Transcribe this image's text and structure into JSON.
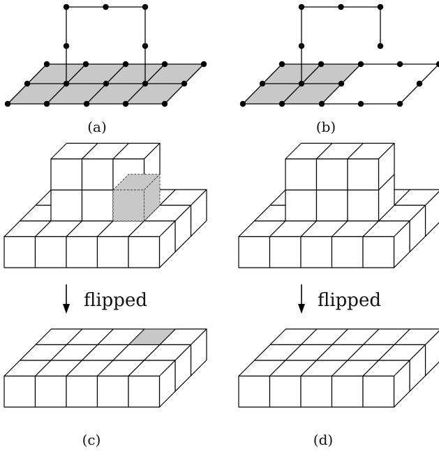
{
  "panels": [
    {
      "id": "a",
      "caption": "(a)"
    },
    {
      "id": "b",
      "caption": "(b)"
    },
    {
      "id": "c",
      "caption": "(c)"
    },
    {
      "id": "d",
      "caption": "(d)"
    }
  ],
  "arrows": [
    {
      "label": "flipped"
    },
    {
      "label": "flipped"
    }
  ],
  "colors": {
    "shade": "#c8c8c8",
    "line": "#000000",
    "background": "#ffffff"
  }
}
